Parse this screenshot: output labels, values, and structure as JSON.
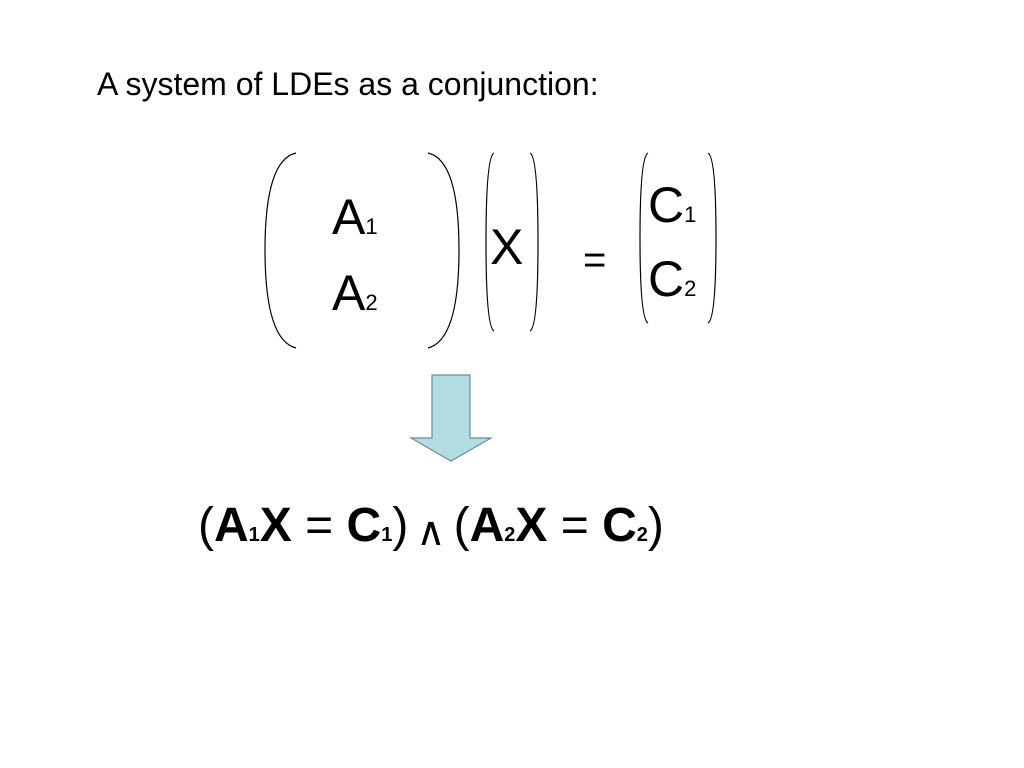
{
  "slide": {
    "title": "A system of LDEs as a conjunction:",
    "matrix": {
      "A": {
        "rows": [
          {
            "base": "A",
            "sub": "1"
          },
          {
            "base": "A",
            "sub": "2"
          }
        ]
      },
      "X": {
        "label": "X"
      },
      "equals": "=",
      "C": {
        "rows": [
          {
            "base": "C",
            "sub": "1"
          },
          {
            "base": "C",
            "sub": "2"
          }
        ]
      }
    },
    "arrow": {
      "icon": "down-arrow-icon",
      "fill": "#b4dde3",
      "stroke": "#6a8f94"
    },
    "conjunction": {
      "open1": "(",
      "a1": "A",
      "a1_sub": "1",
      "x1": "X",
      "eq1": "=",
      "c1": "C",
      "c1_sub": "1",
      "close1": ")",
      "and": "∧",
      "open2": "(",
      "a2": "A",
      "a2_sub": "2",
      "x2": "X",
      "eq2": "=",
      "c2": "C",
      "c2_sub": "2",
      "close2": ")"
    }
  }
}
